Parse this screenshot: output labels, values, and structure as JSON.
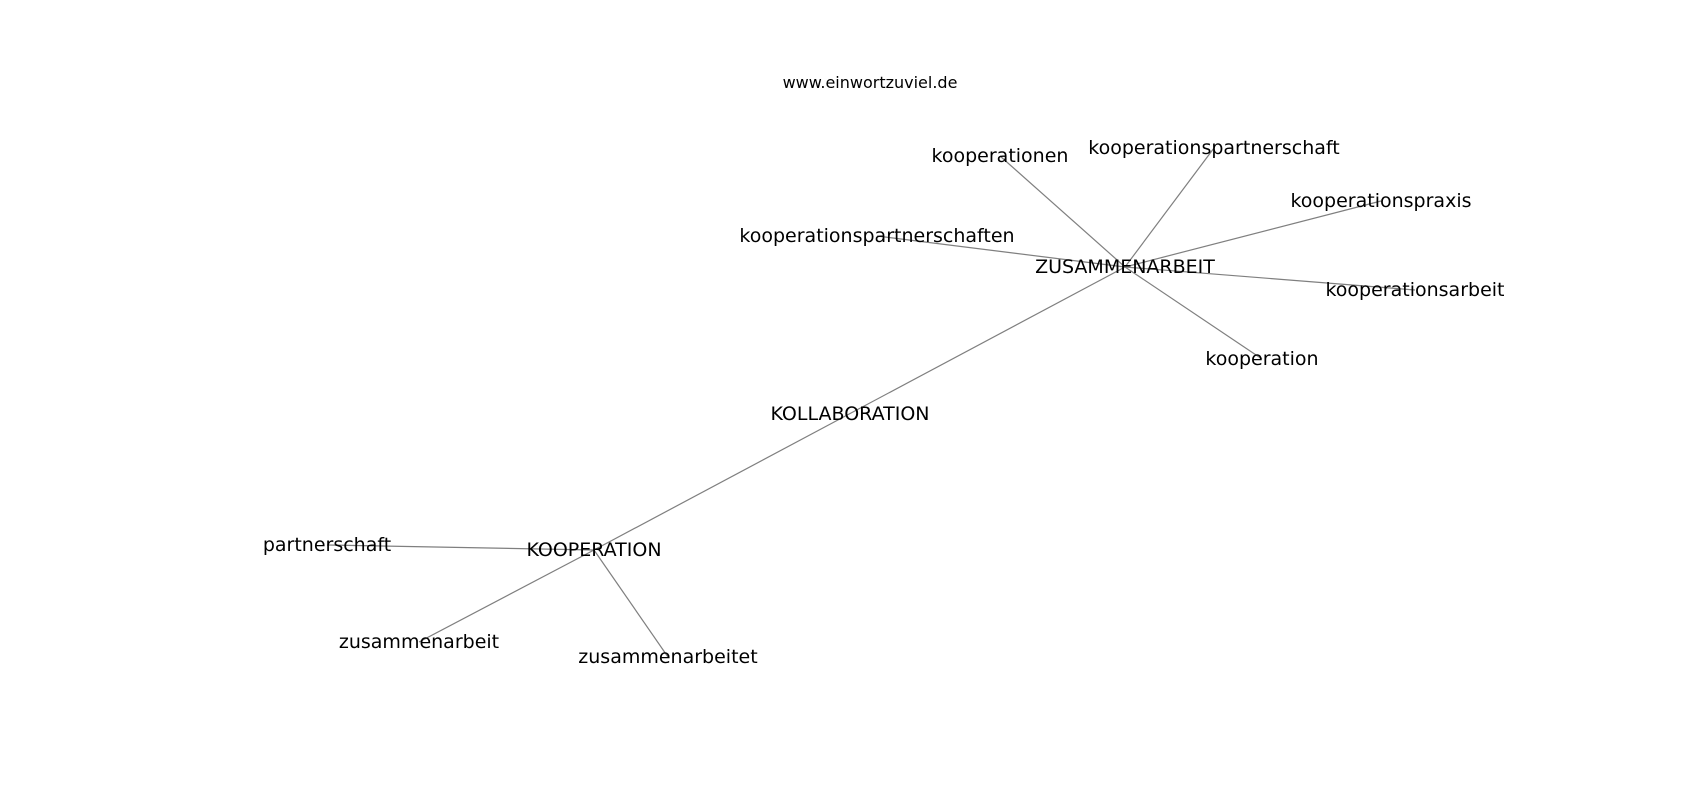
{
  "credit": "www.einwortzuviel.de",
  "nodes": [
    {
      "id": "zusammenarbeit_hub",
      "label": "ZUSAMMENARBEIT"
    },
    {
      "id": "kollaboration",
      "label": "KOLLABORATION"
    },
    {
      "id": "kooperation_hub",
      "label": "KOOPERATION"
    },
    {
      "id": "kooperationen",
      "label": "kooperationen"
    },
    {
      "id": "kooperationspartnerschaft",
      "label": "kooperationspartnerschaft"
    },
    {
      "id": "kooperationspraxis",
      "label": "kooperationspraxis"
    },
    {
      "id": "kooperationspartnerschaften",
      "label": "kooperationspartnerschaften"
    },
    {
      "id": "kooperationsarbeit",
      "label": "kooperationsarbeit"
    },
    {
      "id": "kooperation",
      "label": "kooperation"
    },
    {
      "id": "partnerschaft",
      "label": "partnerschaft"
    },
    {
      "id": "zusammenarbeit",
      "label": "zusammenarbeit"
    },
    {
      "id": "zusammenarbeitet",
      "label": "zusammenarbeitet"
    }
  ],
  "edges": [
    [
      "zusammenarbeit_hub",
      "kooperationen"
    ],
    [
      "zusammenarbeit_hub",
      "kooperationspartnerschaft"
    ],
    [
      "zusammenarbeit_hub",
      "kooperationspraxis"
    ],
    [
      "zusammenarbeit_hub",
      "kooperationspartnerschaften"
    ],
    [
      "zusammenarbeit_hub",
      "kooperationsarbeit"
    ],
    [
      "zusammenarbeit_hub",
      "kooperation"
    ],
    [
      "zusammenarbeit_hub",
      "kooperation_hub"
    ],
    [
      "kooperation_hub",
      "partnerschaft"
    ],
    [
      "kooperation_hub",
      "zusammenarbeit"
    ],
    [
      "kooperation_hub",
      "zusammenarbeitet"
    ]
  ]
}
